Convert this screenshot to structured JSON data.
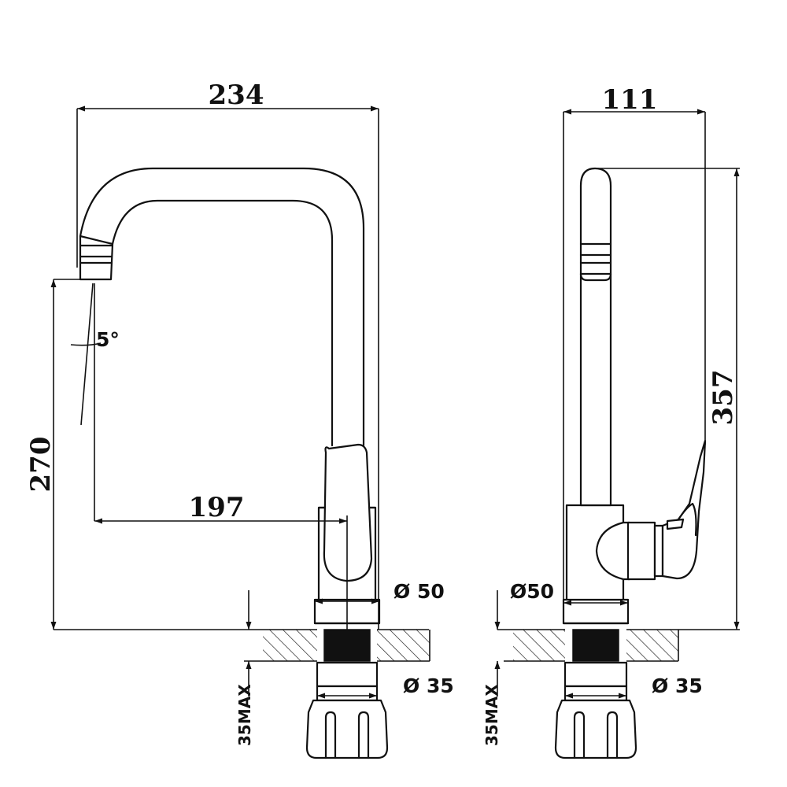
{
  "front_view": {
    "width_label": "234",
    "height_label": "270",
    "reach_label": "197",
    "angle_label": "5°",
    "base_dia_label": "Ø 50",
    "shank_dia_label": "Ø 35",
    "max_thickness_label": "35MAX"
  },
  "side_view": {
    "depth_label": "111",
    "height_label": "357",
    "base_dia_label": "Ø50",
    "shank_dia_label": "Ø 35",
    "max_thickness_label": "35MAX"
  }
}
